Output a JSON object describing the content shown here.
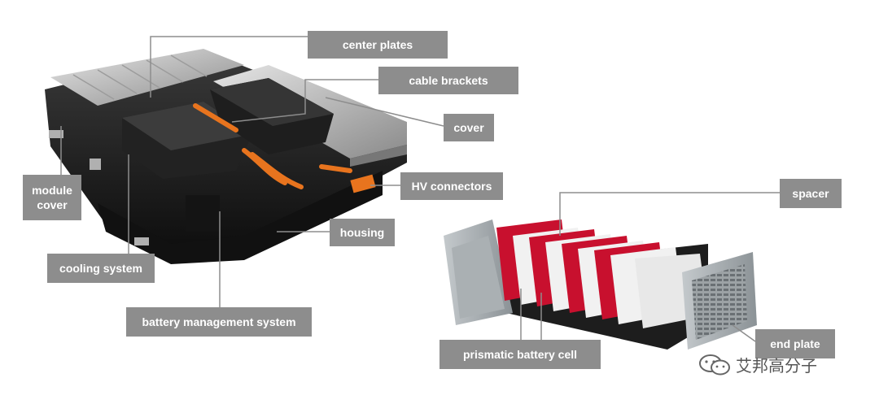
{
  "labels": {
    "center_plates": "center plates",
    "cable_brackets": "cable brackets",
    "cover": "cover",
    "module_cover": "module\ncover",
    "hv_connectors": "HV connectors",
    "housing": "housing",
    "cooling_system": "cooling system",
    "battery_management_system": "battery management system",
    "spacer": "spacer",
    "end_plate": "end plate",
    "prismatic_battery_cell": "prismatic battery cell"
  },
  "watermark": {
    "text": "艾邦高分子",
    "icon": "wechat-icon"
  },
  "colors": {
    "label_bg": "#8d8d8d",
    "housing": "#1b1b1b",
    "module": "#2a2a2a",
    "orange_wiring": "#e8741e",
    "cover_silver": "#c9c9c9",
    "cell_red": "#c8102e",
    "cell_white": "#f1f1f1",
    "end_plate": "#9da3a6"
  }
}
